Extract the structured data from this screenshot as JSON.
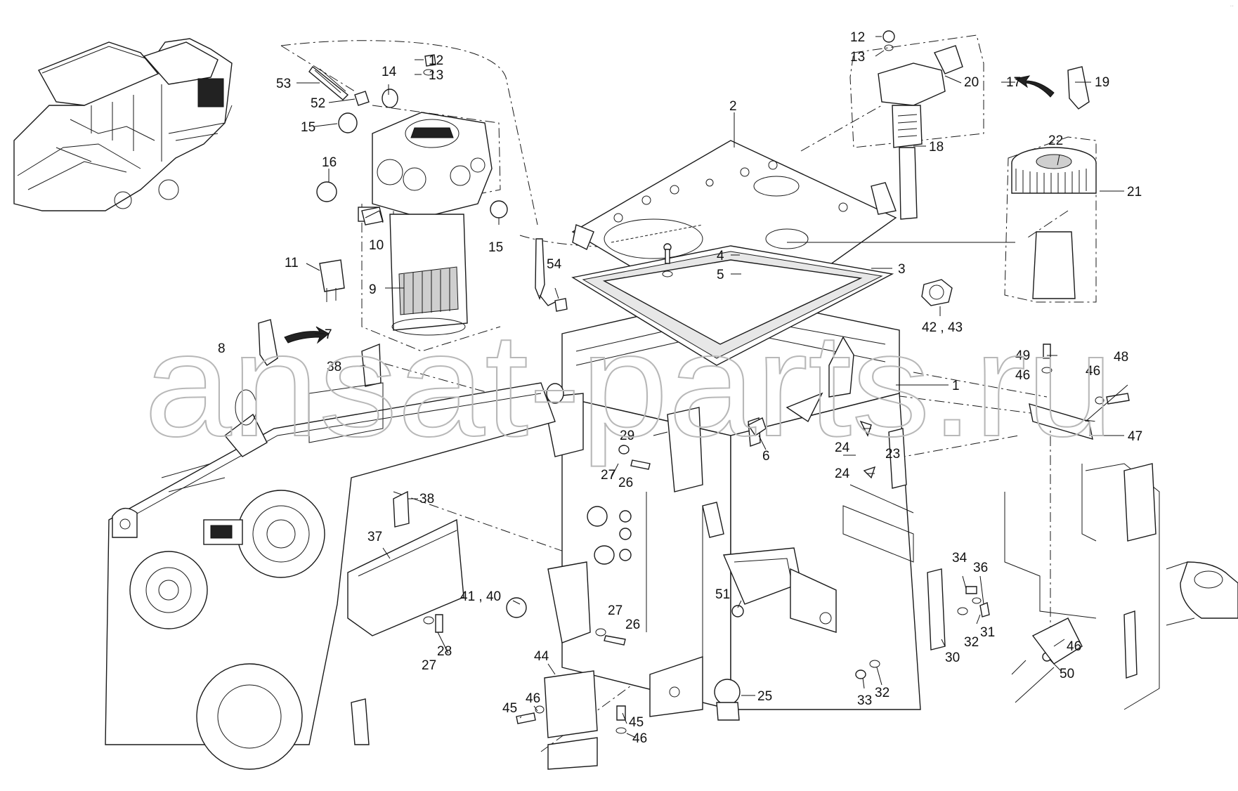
{
  "corner_mark": "·· ",
  "watermark": {
    "text": "ansat-parts.ru"
  },
  "callouts": [
    {
      "key": "c12a",
      "label": "12"
    },
    {
      "key": "c13a",
      "label": "13"
    },
    {
      "key": "c14",
      "label": "14"
    },
    {
      "key": "c53",
      "label": "53"
    },
    {
      "key": "c52",
      "label": "52"
    },
    {
      "key": "c15a",
      "label": "15"
    },
    {
      "key": "c16",
      "label": "16"
    },
    {
      "key": "c10",
      "label": "10"
    },
    {
      "key": "c15b",
      "label": "15"
    },
    {
      "key": "c11",
      "label": "11"
    },
    {
      "key": "c9",
      "label": "9"
    },
    {
      "key": "c54",
      "label": "54"
    },
    {
      "key": "c7",
      "label": "7"
    },
    {
      "key": "c8",
      "label": "8"
    },
    {
      "key": "c38a",
      "label": "38"
    },
    {
      "key": "c2",
      "label": "2"
    },
    {
      "key": "c4",
      "label": "4"
    },
    {
      "key": "c5",
      "label": "5"
    },
    {
      "key": "c3",
      "label": "3"
    },
    {
      "key": "c42",
      "label": "42 , 43"
    },
    {
      "key": "c12b",
      "label": "12"
    },
    {
      "key": "c13b",
      "label": "13"
    },
    {
      "key": "c20",
      "label": "20"
    },
    {
      "key": "c17",
      "label": "17"
    },
    {
      "key": "c19",
      "label": "19"
    },
    {
      "key": "c18",
      "label": "18"
    },
    {
      "key": "c22",
      "label": "22"
    },
    {
      "key": "c21",
      "label": "21"
    },
    {
      "key": "c1",
      "label": "1"
    },
    {
      "key": "c49",
      "label": "49"
    },
    {
      "key": "c46a",
      "label": "46"
    },
    {
      "key": "c46b",
      "label": "46"
    },
    {
      "key": "c48",
      "label": "48"
    },
    {
      "key": "c47",
      "label": "47"
    },
    {
      "key": "c29",
      "label": "29"
    },
    {
      "key": "c6",
      "label": "6"
    },
    {
      "key": "c24a",
      "label": "24"
    },
    {
      "key": "c23",
      "label": "23"
    },
    {
      "key": "c24b",
      "label": "24"
    },
    {
      "key": "c27a",
      "label": "27"
    },
    {
      "key": "c26a",
      "label": "26"
    },
    {
      "key": "c38b",
      "label": "38"
    },
    {
      "key": "c37",
      "label": "37"
    },
    {
      "key": "c41",
      "label": "41 , 40"
    },
    {
      "key": "c27b",
      "label": "27"
    },
    {
      "key": "c26b",
      "label": "26"
    },
    {
      "key": "c51",
      "label": "51"
    },
    {
      "key": "c34",
      "label": "34"
    },
    {
      "key": "c36",
      "label": "36"
    },
    {
      "key": "c31",
      "label": "31"
    },
    {
      "key": "c32a",
      "label": "32"
    },
    {
      "key": "c30",
      "label": "30"
    },
    {
      "key": "c28",
      "label": "28"
    },
    {
      "key": "c27c",
      "label": "27"
    },
    {
      "key": "c46c",
      "label": "46"
    },
    {
      "key": "c50",
      "label": "50"
    },
    {
      "key": "c44",
      "label": "44"
    },
    {
      "key": "c46d",
      "label": "46"
    },
    {
      "key": "c45a",
      "label": "45"
    },
    {
      "key": "c45b",
      "label": "45"
    },
    {
      "key": "c46e",
      "label": "46"
    },
    {
      "key": "c25",
      "label": "25"
    },
    {
      "key": "c33",
      "label": "33"
    },
    {
      "key": "c32b",
      "label": "32"
    }
  ]
}
